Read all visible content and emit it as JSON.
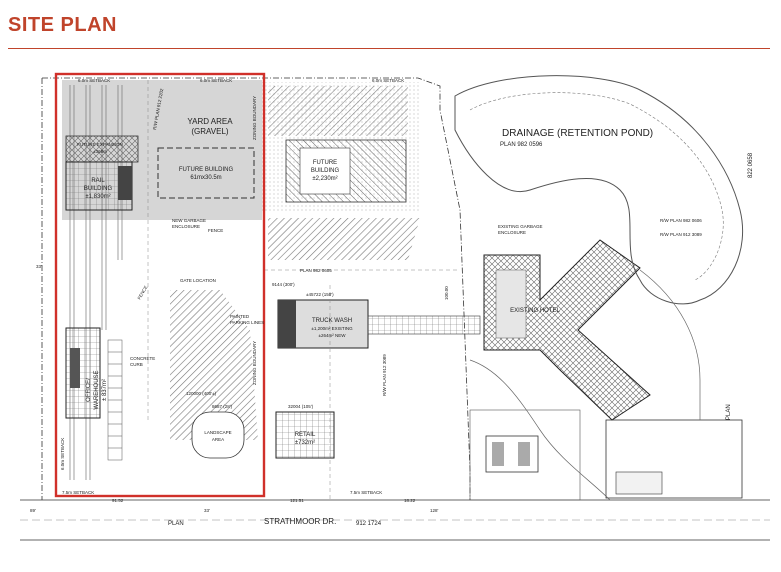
{
  "header": {
    "title": "SITE PLAN"
  },
  "colors": {
    "title": "#c0442b",
    "boundary": "#d0302a",
    "hatch": "#555555",
    "building": "#e8e8e8"
  },
  "labels": {
    "yard_area": "YARD AREA",
    "yard_area_sub": "(GRAVEL)",
    "future_building_main": "FUTURE BUILDING",
    "future_building_main_size": "61mx30.5m",
    "future_building_east": "FUTURE",
    "future_building_east_2": "BUILDING",
    "future_building_east_size": "±2,230m²",
    "future_expansion": "FUTURE EXPANSION",
    "future_expansion_size": "±368m",
    "rail_building": "RAIL",
    "rail_building_2": "BUILDING",
    "rail_building_size": "±1,830m²",
    "office_warehouse": "OFFICE/",
    "office_warehouse_2": "WAREHOUSE",
    "office_warehouse_size": "± 837m²",
    "truck_wash": "TRUCK WASH",
    "truck_wash_size": "±1,200m² EXISTING",
    "truck_wash_new": "±264m² NEW",
    "existing_hotel": "EXISTING HOTEL",
    "retail": "RETAIL",
    "retail_size": "±732m²",
    "landscape_area": "LANDSCAPE",
    "landscape_area_2": "AREA",
    "drainage": "DRAINAGE (RETENTION POND)",
    "plan_982_0596": "PLAN 982 0596",
    "plan_822_0658": "822 0658",
    "rw_plan_982_0606": "R/W PLAN 982 0606",
    "rw_plan_912_3089": "R/W PLAN 912 3089",
    "rw_plan_912_3089_mid": "R/W PLAN 912 3089",
    "plan_982_0605": "PLAN 982 0605",
    "rw_plan_912_2202": "R/W PLAN 912 2202",
    "strathmoor": "STRATHMOOR DR.",
    "plan_left": "PLAN",
    "plan_912_1724": "912 1724",
    "plan_right": "PLAN",
    "setback_6_top_left": "6.0m SETBACK",
    "setback_6_top_mid": "6.0m SETBACK",
    "setback_6_top_right": "6.0m SETBACK",
    "setback_75_bottom_left": "7.5m SETBACK",
    "setback_75_bottom_mid": "7.5m SETBACK",
    "setback_6_left": "6.0m SETBACK",
    "zoning_boundary": "ZONING BOUNDARY",
    "zoning_boundary_2": "ZONING BOUNDARY",
    "fence": "FENCE",
    "fence_2": "FENCE",
    "new_garbage": "NEW GARBAGE",
    "new_garbage_2": "ENCLOSURE",
    "existing_garbage": "EXISTING GARBAGE",
    "existing_garbage_2": "ENCLOSURE",
    "painted_parking": "PAINTED",
    "painted_parking_2": "PARKING LINES",
    "gate_location": "GATE LOCATION",
    "concrete_curb": "CONCRETE",
    "concrete_curb_2": "CURB",
    "dim_33_top": "33'",
    "dim_33_bottom": "33'",
    "dim_89": "89'",
    "dim_128": "128'",
    "dim_91_52": "91.52",
    "dim_121_51": "121.51",
    "dim_18_22": "18.22",
    "dim_100": "100.00",
    "dim_9144": "9144 (300')",
    "dim_45722": "±45722 (150')",
    "dim_32004": "32004 (105')",
    "dim_8687": "8687 (28')",
    "dim_120000": "120000 (400'±)"
  }
}
